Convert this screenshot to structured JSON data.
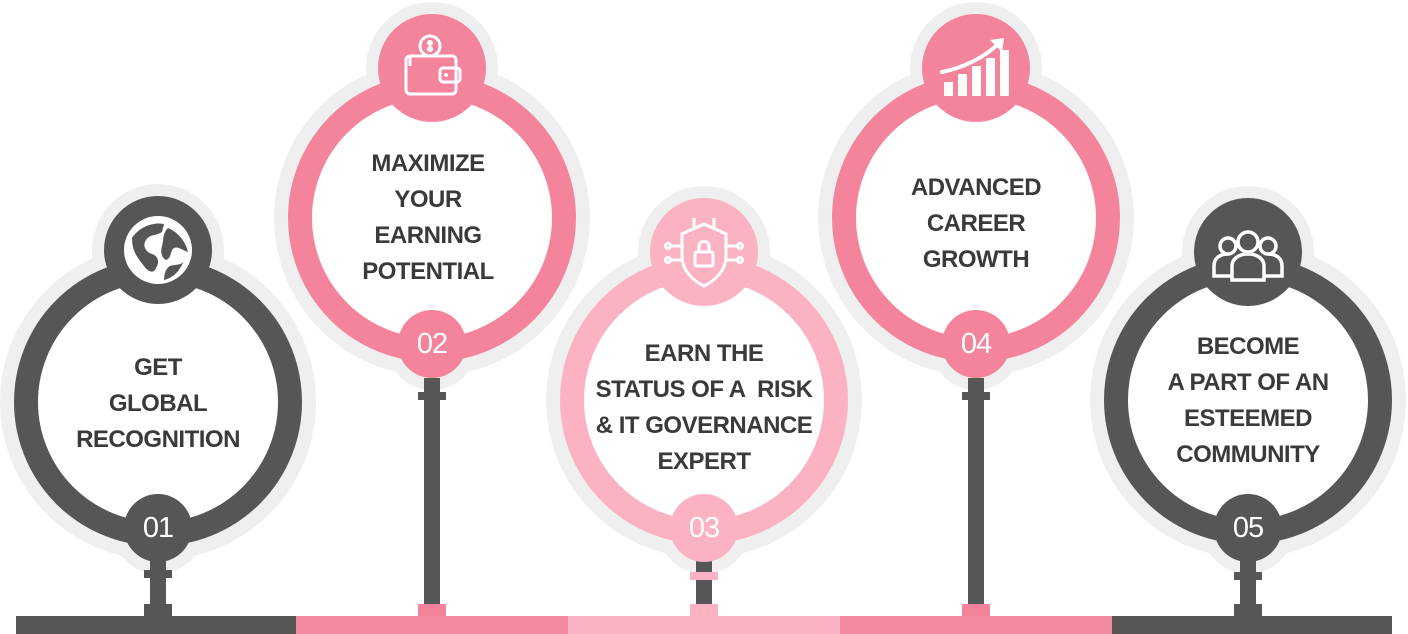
{
  "colors": {
    "dark": "#565656",
    "pink": "#f4849c",
    "light_pink": "#fbb3c4",
    "pink_bar": "#f28a9f",
    "halo": "#efefef",
    "text": "#3a3a3a"
  },
  "steps": [
    {
      "number": "01",
      "lines": [
        "GET",
        "GLOBAL",
        "RECOGNITION"
      ],
      "icon": "globe-icon",
      "color": "dark"
    },
    {
      "number": "02",
      "lines": [
        "MAXIMIZE",
        "YOUR",
        "EARNING",
        "POTENTIAL"
      ],
      "icon": "wallet-icon",
      "color": "pink"
    },
    {
      "number": "03",
      "lines": [
        "EARN THE",
        "STATUS OF A  RISK",
        "& IT GOVERNANCE",
        "EXPERT"
      ],
      "icon": "security-lock-icon",
      "color": "light_pink"
    },
    {
      "number": "04",
      "lines": [
        "ADVANCED",
        "CAREER",
        "GROWTH"
      ],
      "icon": "growth-chart-icon",
      "color": "pink"
    },
    {
      "number": "05",
      "lines": [
        "BECOME",
        "A PART OF AN",
        "ESTEEMED",
        "COMMUNITY"
      ],
      "icon": "community-icon",
      "color": "dark"
    }
  ]
}
